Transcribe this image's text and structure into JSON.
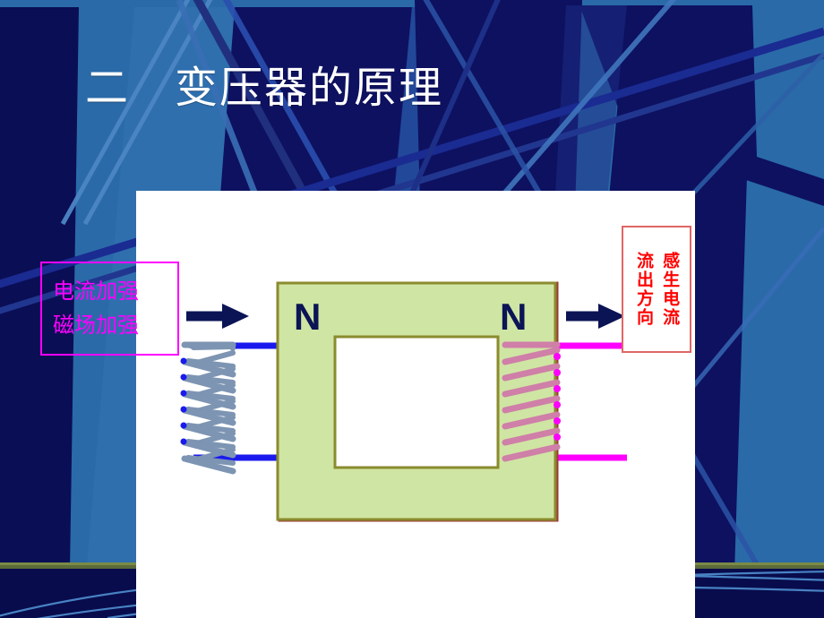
{
  "slide": {
    "title": "二　变压器的原理",
    "background_color": "#2a6aa8",
    "background_dark": "#0d1160",
    "panel_color": "#ffffff"
  },
  "note_left": {
    "border_color": "#ff00ff",
    "text_color": "#ff00ff",
    "lines": [
      "电流加强",
      "磁场加强"
    ]
  },
  "note_right": {
    "border_color": "#e06666",
    "text_color": "#ff0000",
    "columns": [
      "感生电流",
      "流出方向"
    ]
  },
  "diagram": {
    "core_fill": "#cfe5a3",
    "core_border": "#8b8b2e",
    "outer_border": "#9c3a35",
    "window_fill": "#ffffff",
    "primary_coil_color": "#7d95b3",
    "primary_lead_color": "#1a1aee",
    "secondary_coil_color": "#cf7fa8",
    "secondary_lead_color": "#ff00ff",
    "arrow_color": "#0b1455",
    "left_core_label": "N",
    "right_core_label": "N",
    "primary_turns": 7,
    "secondary_turns": 7,
    "arrow_left_name": "current-direction-arrow-in",
    "arrow_right_name": "current-direction-arrow-out"
  }
}
